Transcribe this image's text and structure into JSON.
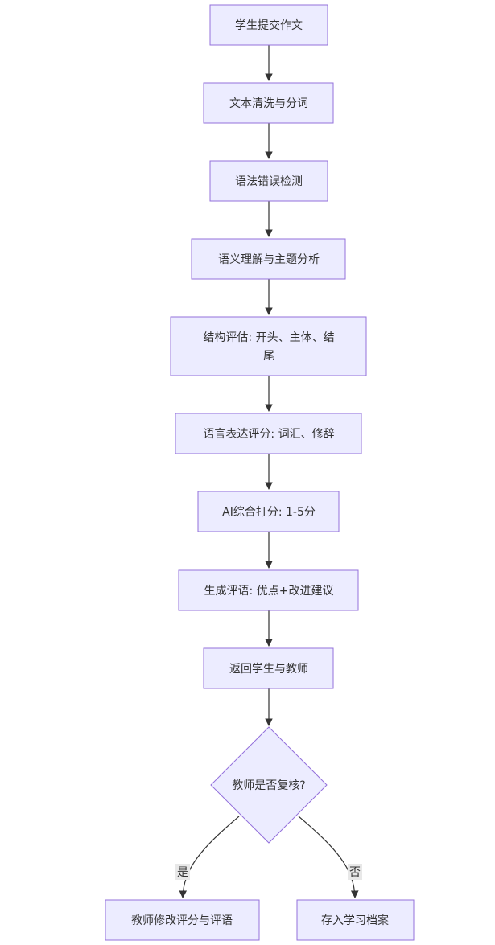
{
  "diagram": {
    "nodes": {
      "submit": "学生提交作文",
      "clean": "文本清洗与分词",
      "grammar": "语法错误检测",
      "semantic": "语义理解与主题分析",
      "structure_line1": "结构评估: 开头、主体、结",
      "structure_line2": "尾",
      "language": "语言表达评分: 词汇、修辞",
      "score": "AI综合打分: 1-5分",
      "comment": "生成评语: 优点+改进建议",
      "return": "返回学生与教师",
      "decision": "教师是否复核?",
      "revise": "教师修改评分与评语",
      "archive": "存入学习档案"
    },
    "edge_labels": {
      "yes": "是",
      "no": "否"
    }
  }
}
